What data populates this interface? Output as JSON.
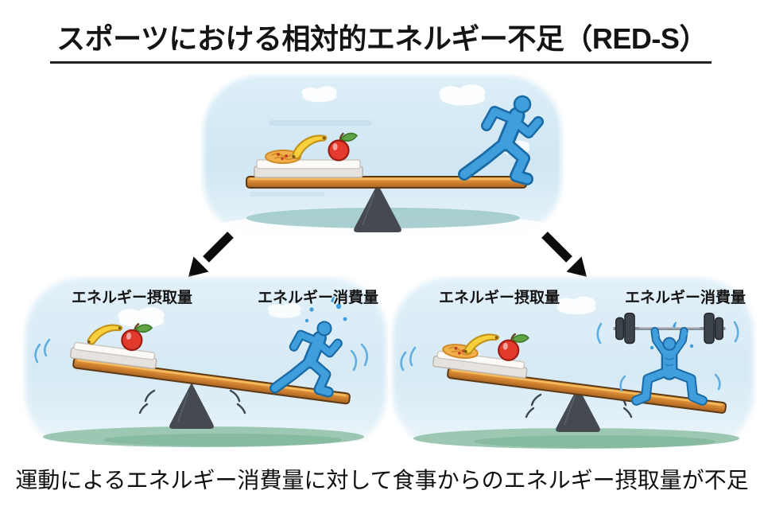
{
  "title": {
    "text": "スポーツにおける相対的エネルギー不足（RED-S）"
  },
  "caption": {
    "text": "運動によるエネルギー消費量に対して食事からのエネルギー摂取量が不足"
  },
  "panel_left": {
    "intake_label": "エネルギー摂取量",
    "expenditure_label": "エネルギー消費量"
  },
  "panel_right": {
    "intake_label": "エネルギー摂取量",
    "expenditure_label": "エネルギー消費量"
  },
  "icons": {
    "arrow_down_left": "↙",
    "arrow_down_right": "↘"
  },
  "colors": {
    "figure_blue": "#3f9edb",
    "figure_outline": "#1a6aa5",
    "plank_orange": "#d4882f",
    "plank_outline": "#5c3a16",
    "fulcrum_gray": "#454a51",
    "sky_blue": "#d2e7f4",
    "ground_green": "#9cc7b2",
    "water_teal": "#a4cccd",
    "arrow_black": "#0c0c0c",
    "banana_yellow": "#f7d03e",
    "apple_red": "#e23a2c",
    "pasta_orange": "#f2b04b",
    "plate_white": "#fbfaf7",
    "text_black": "#111111"
  }
}
